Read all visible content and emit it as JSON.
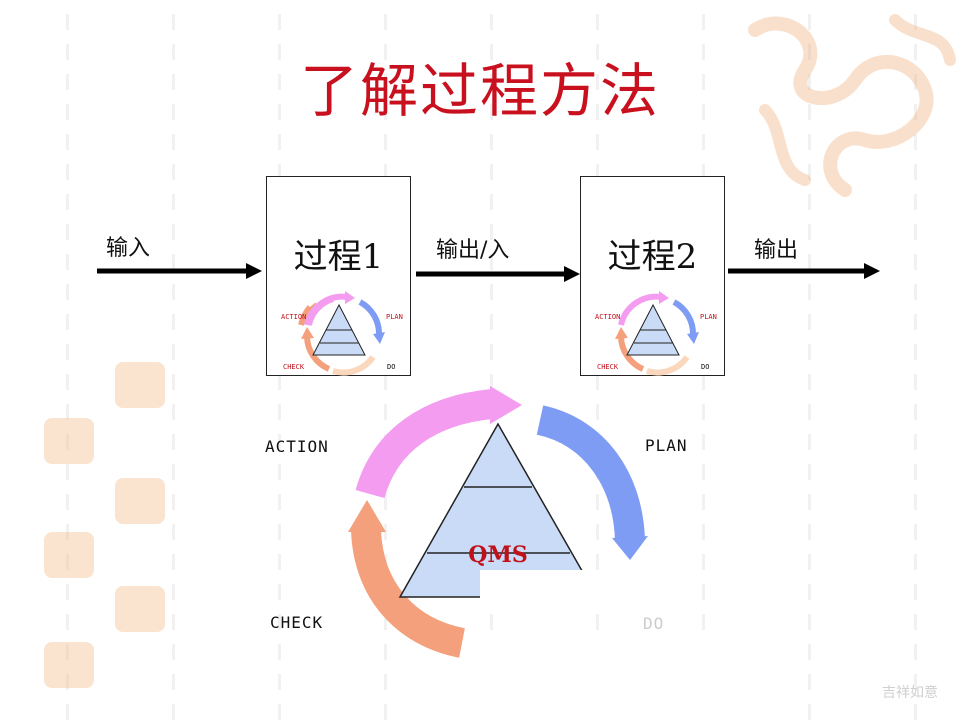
{
  "title": "了解过程方法",
  "flow": {
    "input_label": "输入",
    "middle_label": "输出/入",
    "output_label": "输出"
  },
  "processes": [
    {
      "name": "过程1"
    },
    {
      "name": "过程2"
    }
  ],
  "pdca": {
    "action": "ACTION",
    "plan": "PLAN",
    "check": "CHECK",
    "do": "DO",
    "center": "QMS"
  },
  "decor": {
    "seal_text": "吉祥如意",
    "watermark": "吉祥如意"
  },
  "colors": {
    "title": "#c8101e",
    "action_arrow": "#f49cf0",
    "plan_arrow": "#7f9cf5",
    "check_arrow": "#f4a07c",
    "do_arrow": "#fbd7bd",
    "pyramid_fill": "#c9dbf7",
    "qms_text": "#c0101a"
  }
}
